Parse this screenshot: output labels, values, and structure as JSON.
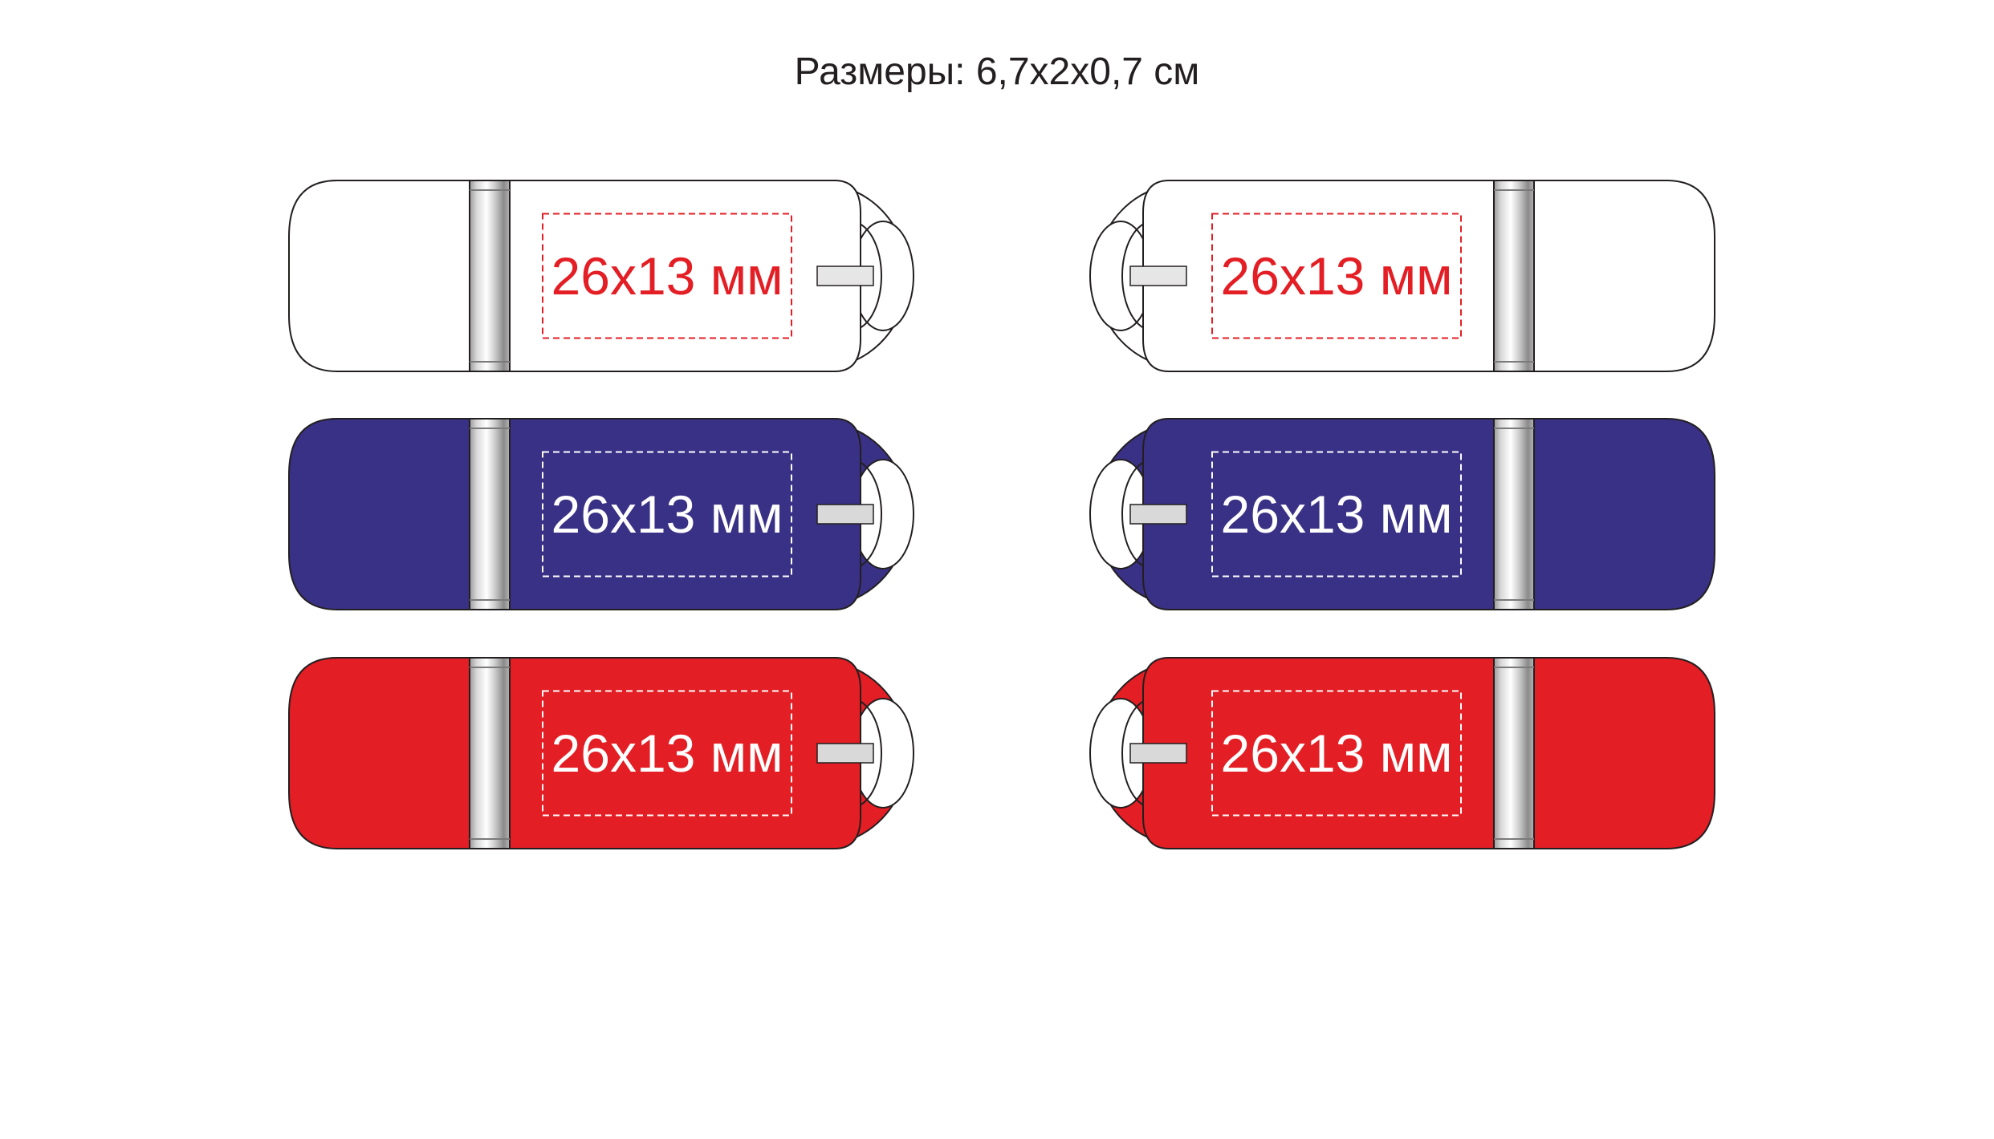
{
  "title": "Размеры: 6,7х2х0,7 см",
  "print_area_label": "26х13 мм",
  "colors": {
    "outline": "#231f20",
    "white_body": "#ffffff",
    "blue_body": "#393185",
    "red_body": "#e31e24",
    "label_on_white": "#e31e24",
    "label_on_color": "#ffffff",
    "dash_on_white": "#e31e24",
    "dash_on_color": "#ffffff",
    "metal_light": "#f2f2f2",
    "metal_dark": "#8c8c8c"
  },
  "drives": [
    {
      "id": "white-left",
      "color": "white",
      "orientation": "left",
      "label": "26х13 мм"
    },
    {
      "id": "white-right",
      "color": "white",
      "orientation": "right",
      "label": "26х13 мм"
    },
    {
      "id": "blue-left",
      "color": "blue",
      "orientation": "left",
      "label": "26х13 мм"
    },
    {
      "id": "blue-right",
      "color": "blue",
      "orientation": "right",
      "label": "26х13 мм"
    },
    {
      "id": "red-left",
      "color": "red",
      "orientation": "left",
      "label": "26х13 мм"
    },
    {
      "id": "red-right",
      "color": "red",
      "orientation": "right",
      "label": "26х13 мм"
    }
  ]
}
